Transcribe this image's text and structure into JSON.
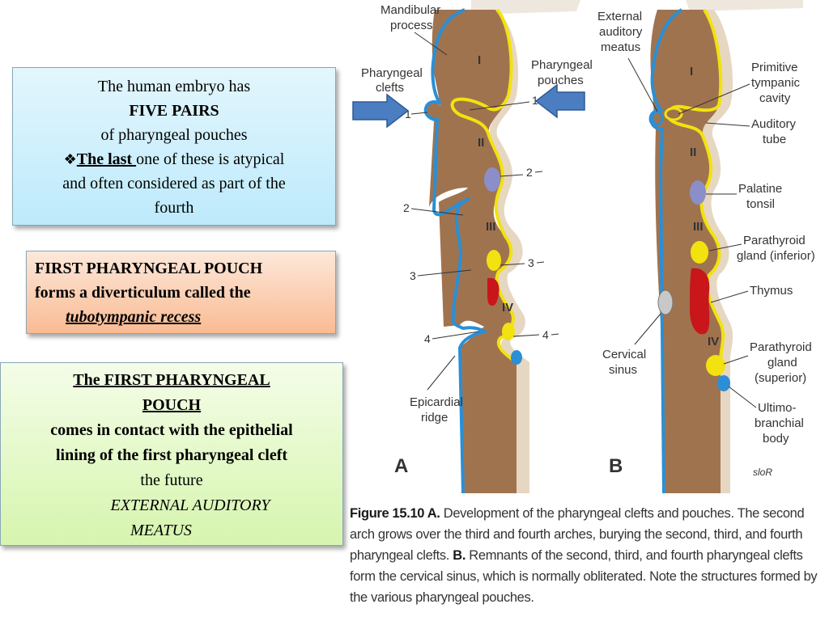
{
  "box1": {
    "line1": "The human embryo has",
    "line2": "FIVE PAIRS",
    "line3": "of pharyngeal pouches",
    "bullet": "❖",
    "line4_emph": "The last ",
    "line4_rest": "one of these is atypical",
    "line5": "and often considered as part of the",
    "line6": "fourth"
  },
  "box2": {
    "line1": "FIRST PHARYNGEAL POUCH",
    "line2": "forms a diverticulum called the",
    "line3": "tubotympanic recess"
  },
  "box3": {
    "line1": "The FIRST PHARYNGEAL",
    "line2": "POUCH",
    "line3": "comes in contact with the epithelial",
    "line4": "lining of the first pharyngeal cleft",
    "line5": "the future",
    "line6": "EXTERNAL AUDITORY",
    "line7": "MEATUS"
  },
  "figure": {
    "panel_a": {
      "letter": "A",
      "mandibular_1": "Mandibular",
      "mandibular_2": "process",
      "clefts_1": "Pharyngeal",
      "clefts_2": "clefts",
      "pouches_1": "Pharyngeal",
      "pouches_2": "pouches",
      "arch_1": "I",
      "arch_2": "II",
      "arch_3": "III",
      "arch_4": "IV",
      "cleft_1": "1",
      "cleft_2": "2",
      "cleft_3": "3",
      "cleft_4": "4",
      "pouch_1": "1",
      "pouch_2": "2",
      "pouch_3": "3",
      "pouch_4": "4",
      "epicardial_1": "Epicardial",
      "epicardial_2": "ridge"
    },
    "panel_b": {
      "letter": "B",
      "ext_1": "External",
      "ext_2": "auditory",
      "ext_3": "meatus",
      "arch_1": "I",
      "arch_2": "II",
      "arch_3": "III",
      "arch_4": "IV",
      "primitive_1": "Primitive",
      "primitive_2": "tympanic",
      "primitive_3": "cavity",
      "auditory_1": "Auditory",
      "auditory_2": "tube",
      "palatine_1": "Palatine",
      "palatine_2": "tonsil",
      "parainf_1": "Parathyroid",
      "parainf_2": "gland (inferior)",
      "thymus": "Thymus",
      "cervical_1": "Cervical",
      "cervical_2": "sinus",
      "parasup_1": "Parathyroid",
      "parasup_2": "gland",
      "parasup_3": "(superior)",
      "ultimo_1": "Ultimo-",
      "ultimo_2": "branchial",
      "ultimo_3": "body",
      "signature": "sloR"
    },
    "colors": {
      "tissue": "#a0734f",
      "endoderm": "#f1e210",
      "ectoderm": "#2a8fd6",
      "thymus": "#c8161b",
      "tonsil": "#8b8ec8",
      "arrow": "#4a7ec0"
    }
  },
  "caption": {
    "label": "Figure 15.10 A.",
    "text": " Development of the pharyngeal clefts and pouches. The second arch grows over the third and fourth arches, burying the second, third, and fourth pharyngeal clefts. ",
    "label_b": "B.",
    "text_b": " Remnants of the second, third, and fourth pharyngeal clefts form the cervical sinus, which is normally obliterated. Note the structures formed by the various pharyngeal pouches."
  }
}
